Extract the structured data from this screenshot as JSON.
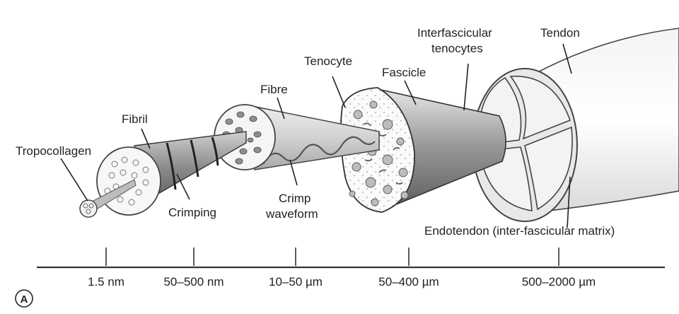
{
  "labels": {
    "tropocollagen": "Tropocollagen",
    "fibril": "Fibril",
    "crimping": "Crimping",
    "fibre": "Fibre",
    "crimp_line1": "Crimp",
    "crimp_line2": "waveform",
    "tenocyte": "Tenocyte",
    "fascicle": "Fascicle",
    "interfascicular_line1": "Interfascicular",
    "interfascicular_line2": "tenocytes",
    "tendon": "Tendon",
    "endotendon": "Endotendon (inter-fascicular matrix)"
  },
  "scale": {
    "ticks": [
      "1.5 nm",
      "50–500 nm",
      "10–50 µm",
      "50–400 µm",
      "500–2000 µm"
    ]
  },
  "panel_label": "A"
}
